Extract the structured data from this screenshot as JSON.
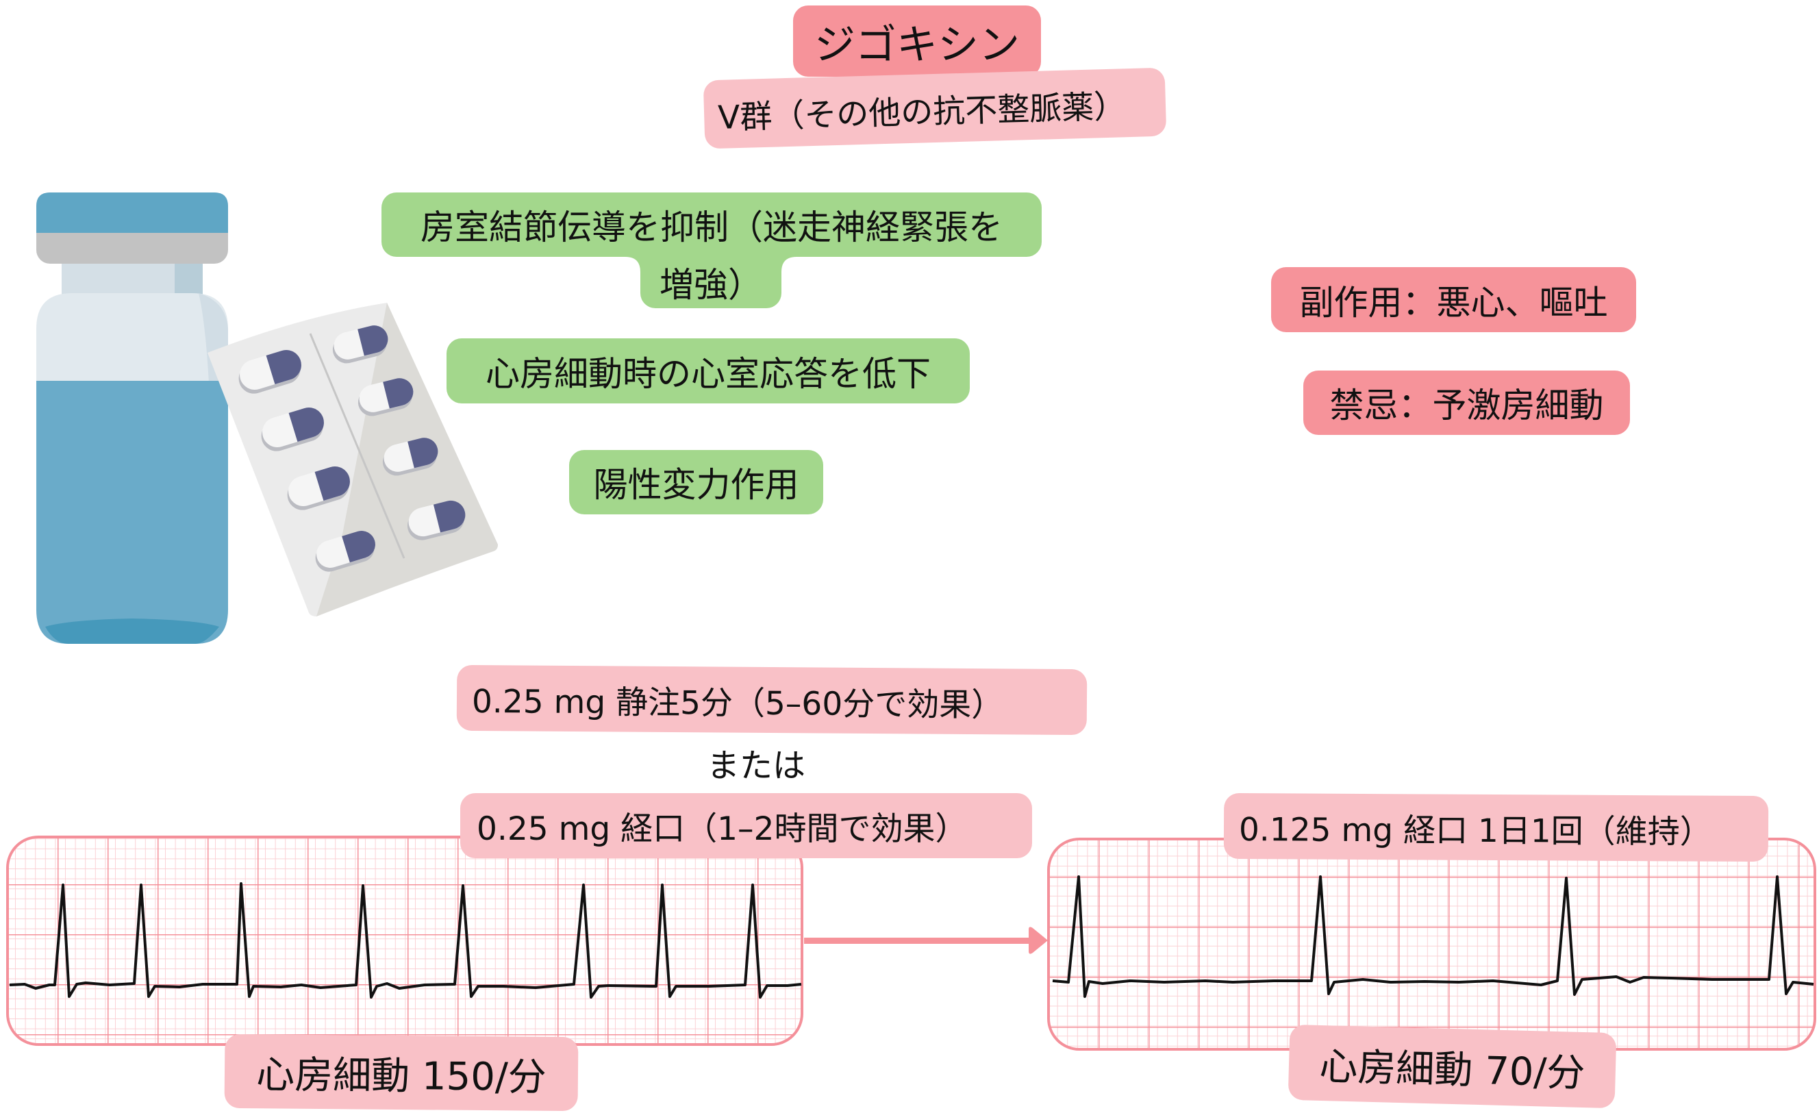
{
  "title": "ジゴキシン",
  "subtitle": "V群（その他の抗不整脈薬）",
  "actions": [
    {
      "line1": "房室結節伝導を抑制（迷走神経緊張を",
      "line2": "増強）"
    },
    {
      "text": "心房細動時の心室応答を低下"
    },
    {
      "text": "陽性変力作用"
    }
  ],
  "side_effects": "副作用：悪心、嘔吐",
  "contraindication": "禁忌：予激房細動",
  "dosing": {
    "iv": "0.25 mg 静注5分（5–60分で効果）",
    "or": "または",
    "oral": "0.25 mg 経口（1–2時間で効果）",
    "maintenance": "0.125 mg 経口 1日1回（維持）"
  },
  "ecg_before": {
    "label": "心房細動 150/分",
    "peaks_x": [
      92,
      206,
      352,
      530,
      676,
      852,
      967,
      1099
    ]
  },
  "ecg_after": {
    "label": "心房細動 70/分",
    "peaks_x": [
      1583,
      1928,
      2288,
      2595
    ]
  },
  "icons": {
    "vial": "medicine-vial-icon",
    "blister": "pill-blister-pack-icon",
    "arrow": "arrow-right-icon"
  },
  "colors": {
    "title_bg": "#f6939a",
    "label_bg": "#f9c1c7",
    "action_bg": "#a3d78c",
    "ecg_grid": "#f4909a",
    "vial_blue": "#6aabc9",
    "pill_blue": "#5a5f8a"
  }
}
